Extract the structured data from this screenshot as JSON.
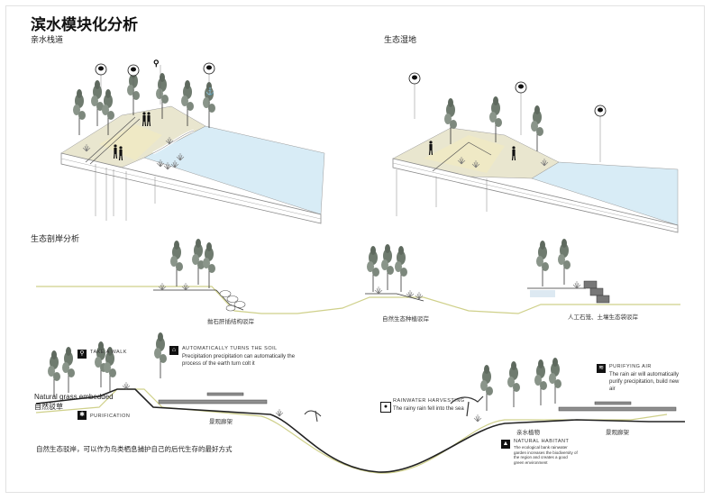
{
  "title": "滨水模块化分析",
  "modules": {
    "left_label": "亲水栈道",
    "right_label": "生态湿地"
  },
  "sections": {
    "label": "生态剖岸分析",
    "profile1": "抛石肝插结构驳岸",
    "profile2": "自然生态种植驳岸",
    "profile3": "人工石笼、土壤生态袋驳岸"
  },
  "long_section": {
    "natural_grass_en": "Natural grass embedded",
    "natural_grass_cn": "自然驳草",
    "take_walk": "TAKE A WALK",
    "purification": "PURIFICATION",
    "auto_title": "AUTOMATICALLY TURNS THE SOIL",
    "auto_body": "Precipitation precipitation can automatically the process of the earth turn colt it",
    "rainwater_title": "RAINWATER HARVESTING",
    "rainwater_body": "The rainy rain fell into the sea",
    "purifying_title": "PURIFYING AIR",
    "purifying_body": "The rain air will automatically purify precipitation, build new air",
    "habitant_title": "NATURAL HABITANT",
    "habitant_body": "The ecological bank rainwater garden increases the biodiversity of the region and creates a good green environment",
    "label_landscape_left": "景观廊架",
    "label_aquatic": "亲水植物",
    "label_landscape_right": "景观廊架",
    "caption": "自然生态驳岸，可以作为鸟类栖息捕护自己的后代生存的最好方式"
  },
  "colors": {
    "water": "#d8ecf6",
    "sand": "#efe9c5",
    "earth": "#e9e6cf",
    "slab": "#8a8a8a",
    "guide": "#cfd08a"
  },
  "icons": [
    "tree-icon",
    "walk-icon",
    "bird-icon",
    "drop-icon",
    "home-icon",
    "purify-icon",
    "air-icon"
  ]
}
